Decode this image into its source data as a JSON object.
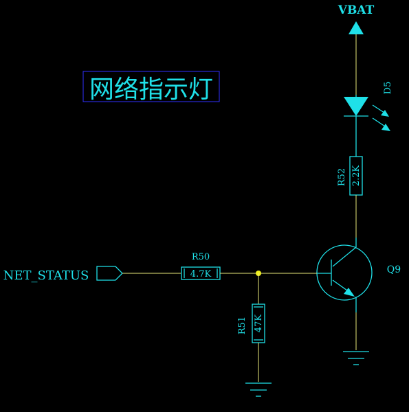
{
  "title": "网络指示灯",
  "net_labels": {
    "power": "VBAT",
    "input": "NET_STATUS"
  },
  "components": {
    "led": {
      "ref": "D5"
    },
    "r_collector": {
      "ref": "R52",
      "value": "2.2K"
    },
    "r_base": {
      "ref": "R50",
      "value": "4.7K"
    },
    "r_pulldown": {
      "ref": "R51",
      "value": "47K"
    },
    "transistor": {
      "ref": "Q9"
    }
  },
  "colors": {
    "background": "#000000",
    "wire": "#e8e87a",
    "component": "#1fe0e8",
    "title_box": "#3030ff"
  }
}
